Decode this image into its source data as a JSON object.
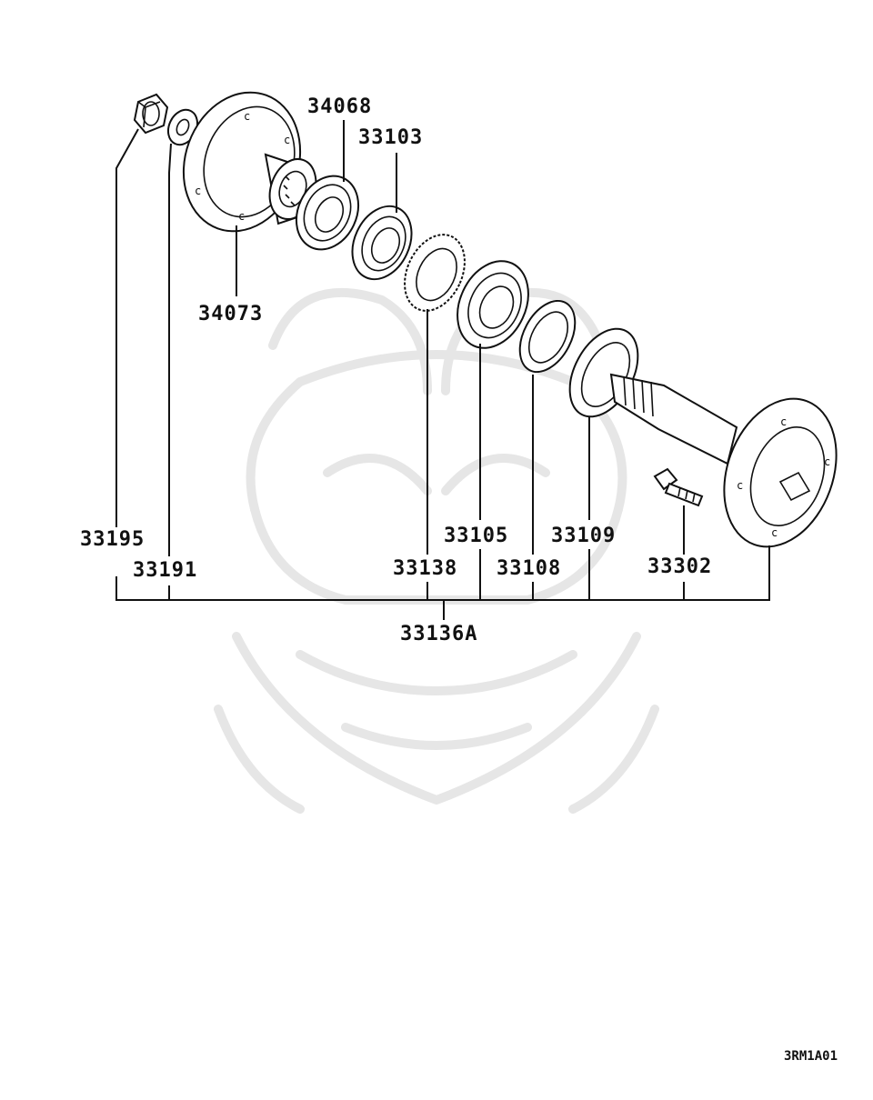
{
  "diagram": {
    "parts": [
      {
        "number": "33195",
        "icon": "lock-nut-icon"
      },
      {
        "number": "33191",
        "icon": "washer-icon"
      },
      {
        "number": "34073",
        "icon": "companion-flange-icon"
      },
      {
        "number": "34068",
        "icon": "oil-seal-icon"
      },
      {
        "number": "33103",
        "icon": "bearing-icon"
      },
      {
        "number": "33138",
        "icon": "spacer-ring-icon"
      },
      {
        "number": "33105",
        "icon": "bearing-icon"
      },
      {
        "number": "33108",
        "icon": "shim-icon"
      },
      {
        "number": "33109",
        "icon": "retainer-icon"
      },
      {
        "number": "33302",
        "icon": "hub-bolt-icon"
      }
    ],
    "assembly_number": "33136A",
    "drawing_code": "3RM1A01"
  }
}
